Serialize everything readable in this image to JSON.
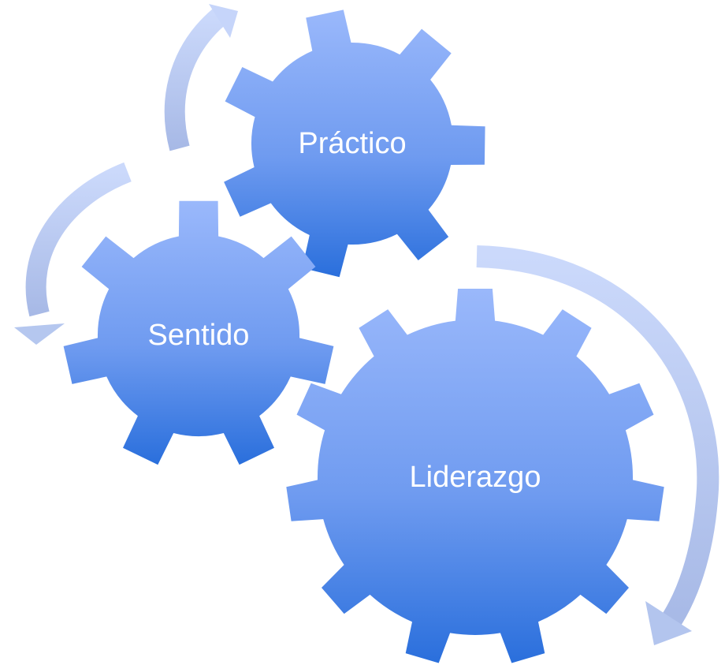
{
  "gears": [
    {
      "id": "practico",
      "label": "Práctico"
    },
    {
      "id": "sentido",
      "label": "Sentido"
    },
    {
      "id": "liderazgo",
      "label": "Liderazgo"
    }
  ],
  "colors": {
    "gear_top": "#9ab8fb",
    "gear_mid": "#6f9bf0",
    "gear_bottom": "#2a6fdc",
    "arrow_light": "#cbd9fb",
    "arrow_dark": "#a7b9e6",
    "label": "#ffffff"
  }
}
